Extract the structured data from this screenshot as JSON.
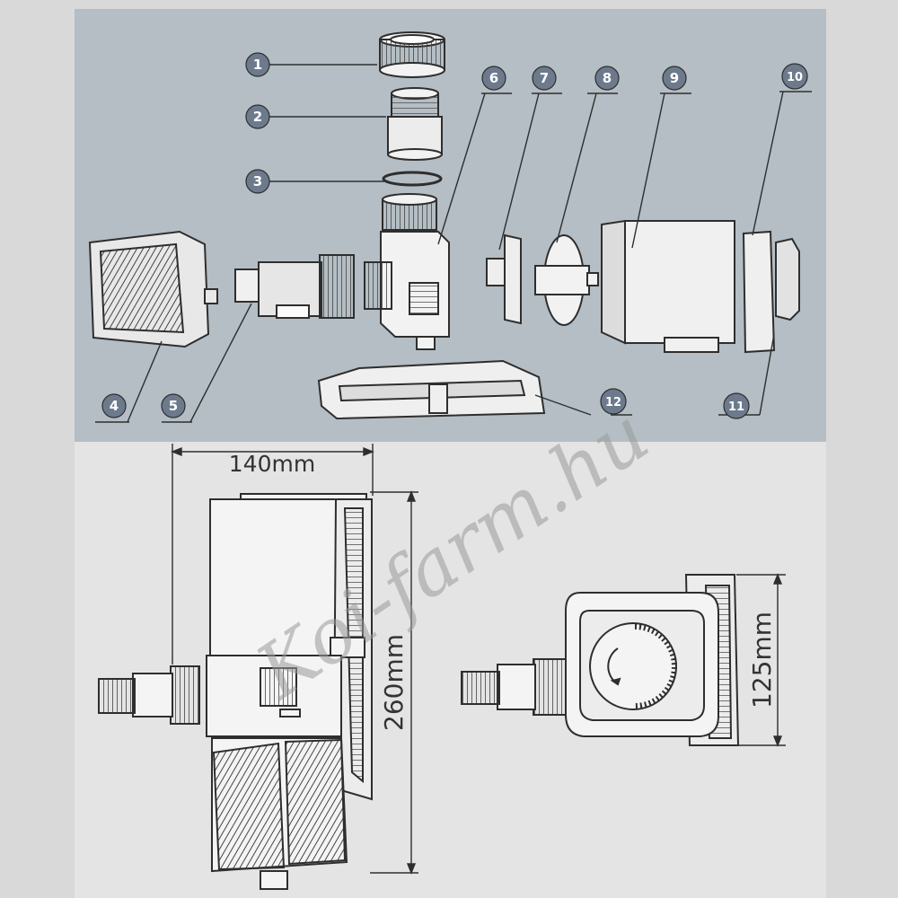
{
  "colors": {
    "top_panel_bg": "#b4bec4",
    "bottom_panel_bg": "#e4e4e4",
    "ink": "#2e2e2e",
    "callout_fill": "#6c7a8c",
    "callout_text": "#ffffff"
  },
  "exploded_view": {
    "callouts": [
      {
        "id": "1",
        "label": "1"
      },
      {
        "id": "2",
        "label": "2"
      },
      {
        "id": "3",
        "label": "3"
      },
      {
        "id": "4",
        "label": "4"
      },
      {
        "id": "5",
        "label": "5"
      },
      {
        "id": "6",
        "label": "6"
      },
      {
        "id": "7",
        "label": "7"
      },
      {
        "id": "8",
        "label": "8"
      },
      {
        "id": "9",
        "label": "9"
      },
      {
        "id": "10",
        "label": "10"
      },
      {
        "id": "11",
        "label": "11"
      },
      {
        "id": "12",
        "label": "12"
      }
    ]
  },
  "side_view": {
    "width_label": "140mm",
    "height_label": "260mm"
  },
  "front_view": {
    "height_label": "125mm"
  },
  "watermark": {
    "text": "Koi-farm.hu"
  }
}
